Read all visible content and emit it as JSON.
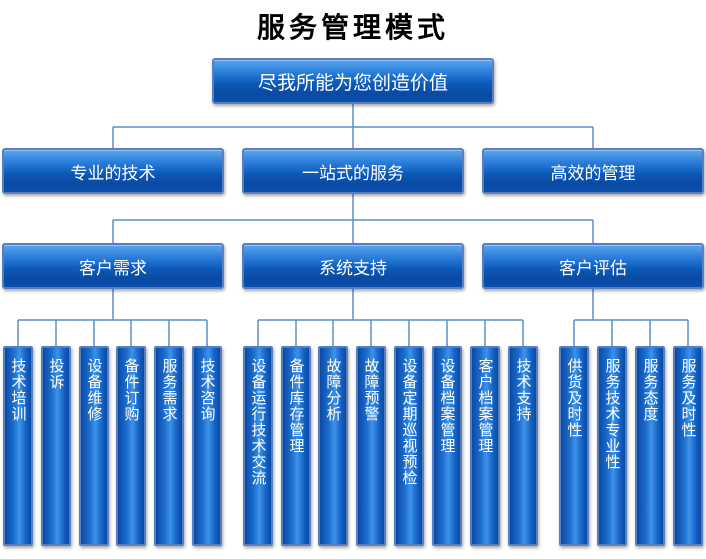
{
  "title": "服务管理模式",
  "root": "尽我所能为您创造价值",
  "level1": [
    "专业的技术",
    "一站式的服务",
    "高效的管理"
  ],
  "level2": [
    "客户需求",
    "系统支持",
    "客户评估"
  ],
  "leaves": {
    "customer_needs": [
      "技术培训",
      "投诉",
      "设备维修",
      "备件订购",
      "服务需求",
      "技术咨询"
    ],
    "system_support": [
      "设备运行技术交流",
      "备件库存管理",
      "故障分析",
      "故障预警",
      "设备定期巡视预检",
      "设备档案管理",
      "客户档案管理",
      "技术支持"
    ],
    "customer_eval": [
      "供货及时性",
      "服务技术专业性",
      "服务态度",
      "服务及时性"
    ]
  },
  "colors": {
    "box_top": "#5aa6ee",
    "box_bottom": "#0a4aa3",
    "border": "#5a7fc0",
    "line": "#5b8fc8"
  }
}
